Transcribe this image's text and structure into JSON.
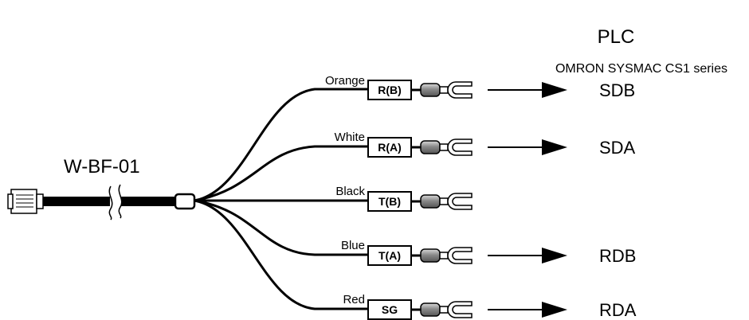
{
  "plc": {
    "title": "PLC",
    "subtitle": "OMRON SYSMAC CS1 series"
  },
  "cable": {
    "name": "W-BF-01"
  },
  "wires": [
    {
      "color_label": "Orange",
      "terminal": "R(B)",
      "signal": "SDB"
    },
    {
      "color_label": "White",
      "terminal": "R(A)",
      "signal": "SDA"
    },
    {
      "color_label": "Black",
      "terminal": "T(B)",
      "signal": ""
    },
    {
      "color_label": "Blue",
      "terminal": "T(A)",
      "signal": "RDB"
    },
    {
      "color_label": "Red",
      "terminal": "SG",
      "signal": "RDA"
    }
  ],
  "colors": {
    "wire": "#000000",
    "insulator_body": "#7f7f7f",
    "insulator_highlight": "#d9d9d9"
  }
}
